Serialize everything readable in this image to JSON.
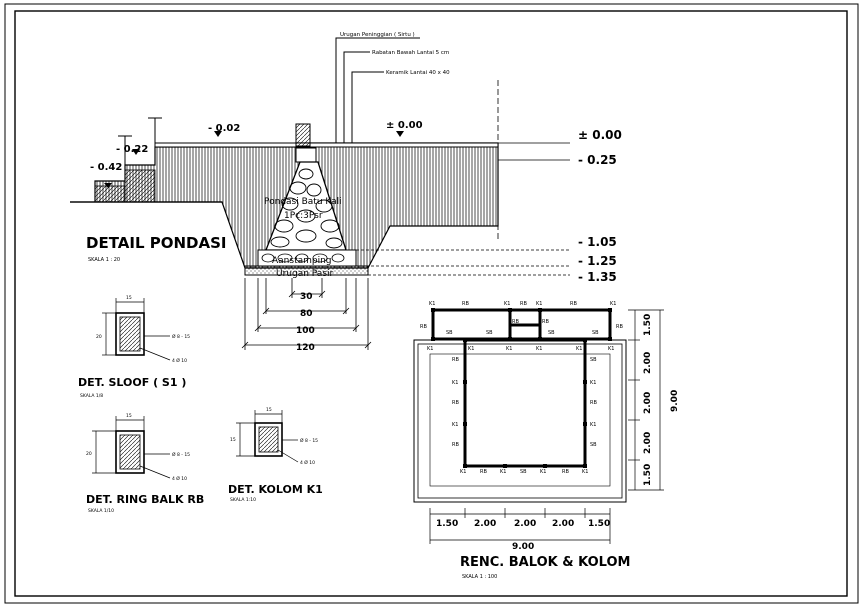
{
  "pondasi": {
    "callouts": [
      "Urugan Peninggian ( Sirtu )",
      "Rabatan Bawah Lantai 5 cm",
      "Keramik Lantai 40 x 40"
    ],
    "top_levels": [
      "- 0.42",
      "- 0.22",
      "- 0.02",
      "± 0.00"
    ],
    "right_levels": [
      "± 0.00",
      "- 0.25",
      "- 1.05",
      "- 1.25",
      "- 1.35"
    ],
    "labels": [
      "Pondasi Batu Kali",
      "1Pc:3Psr",
      "Aanstamping",
      "Urugan Pasir"
    ],
    "dims": [
      "30",
      "80",
      "100",
      "120"
    ],
    "title": "DETAIL PONDASI",
    "scale": "SKALA 1 : 20"
  },
  "sloof": {
    "title": "DET. SLOOF ( S1 )",
    "scale": "SKALA 1/8",
    "dim_w": "15",
    "dim_h": "20",
    "note1": "Ø 8 - 15",
    "note2": "4 Ø 10"
  },
  "ringbalk": {
    "title": "DET. RING BALK RB",
    "scale": "SKALA 1/10",
    "dim_w": "15",
    "dim_h": "20",
    "note1": "Ø 8 - 15",
    "note2": "4 Ø 10"
  },
  "kolom": {
    "title": "DET. KOLOM K1",
    "scale": "SKALA 1:10",
    "dim_w": "15",
    "dim_h": "15",
    "note1": "Ø 8 - 15",
    "note2": "4 Ø 10"
  },
  "renc": {
    "title": "RENC. BALOK & KOLOM",
    "scale": "SKALA 1 : 100",
    "k1": "K1",
    "rb": "RB",
    "sb": "SB",
    "bottom_dims": [
      "1.50",
      "2.00",
      "2.00",
      "2.00",
      "1.50"
    ],
    "bottom_total": "9.00",
    "right_dims": [
      "1.50",
      "2.00",
      "2.00",
      "2.00",
      "1.50"
    ],
    "right_total": "9.00"
  }
}
